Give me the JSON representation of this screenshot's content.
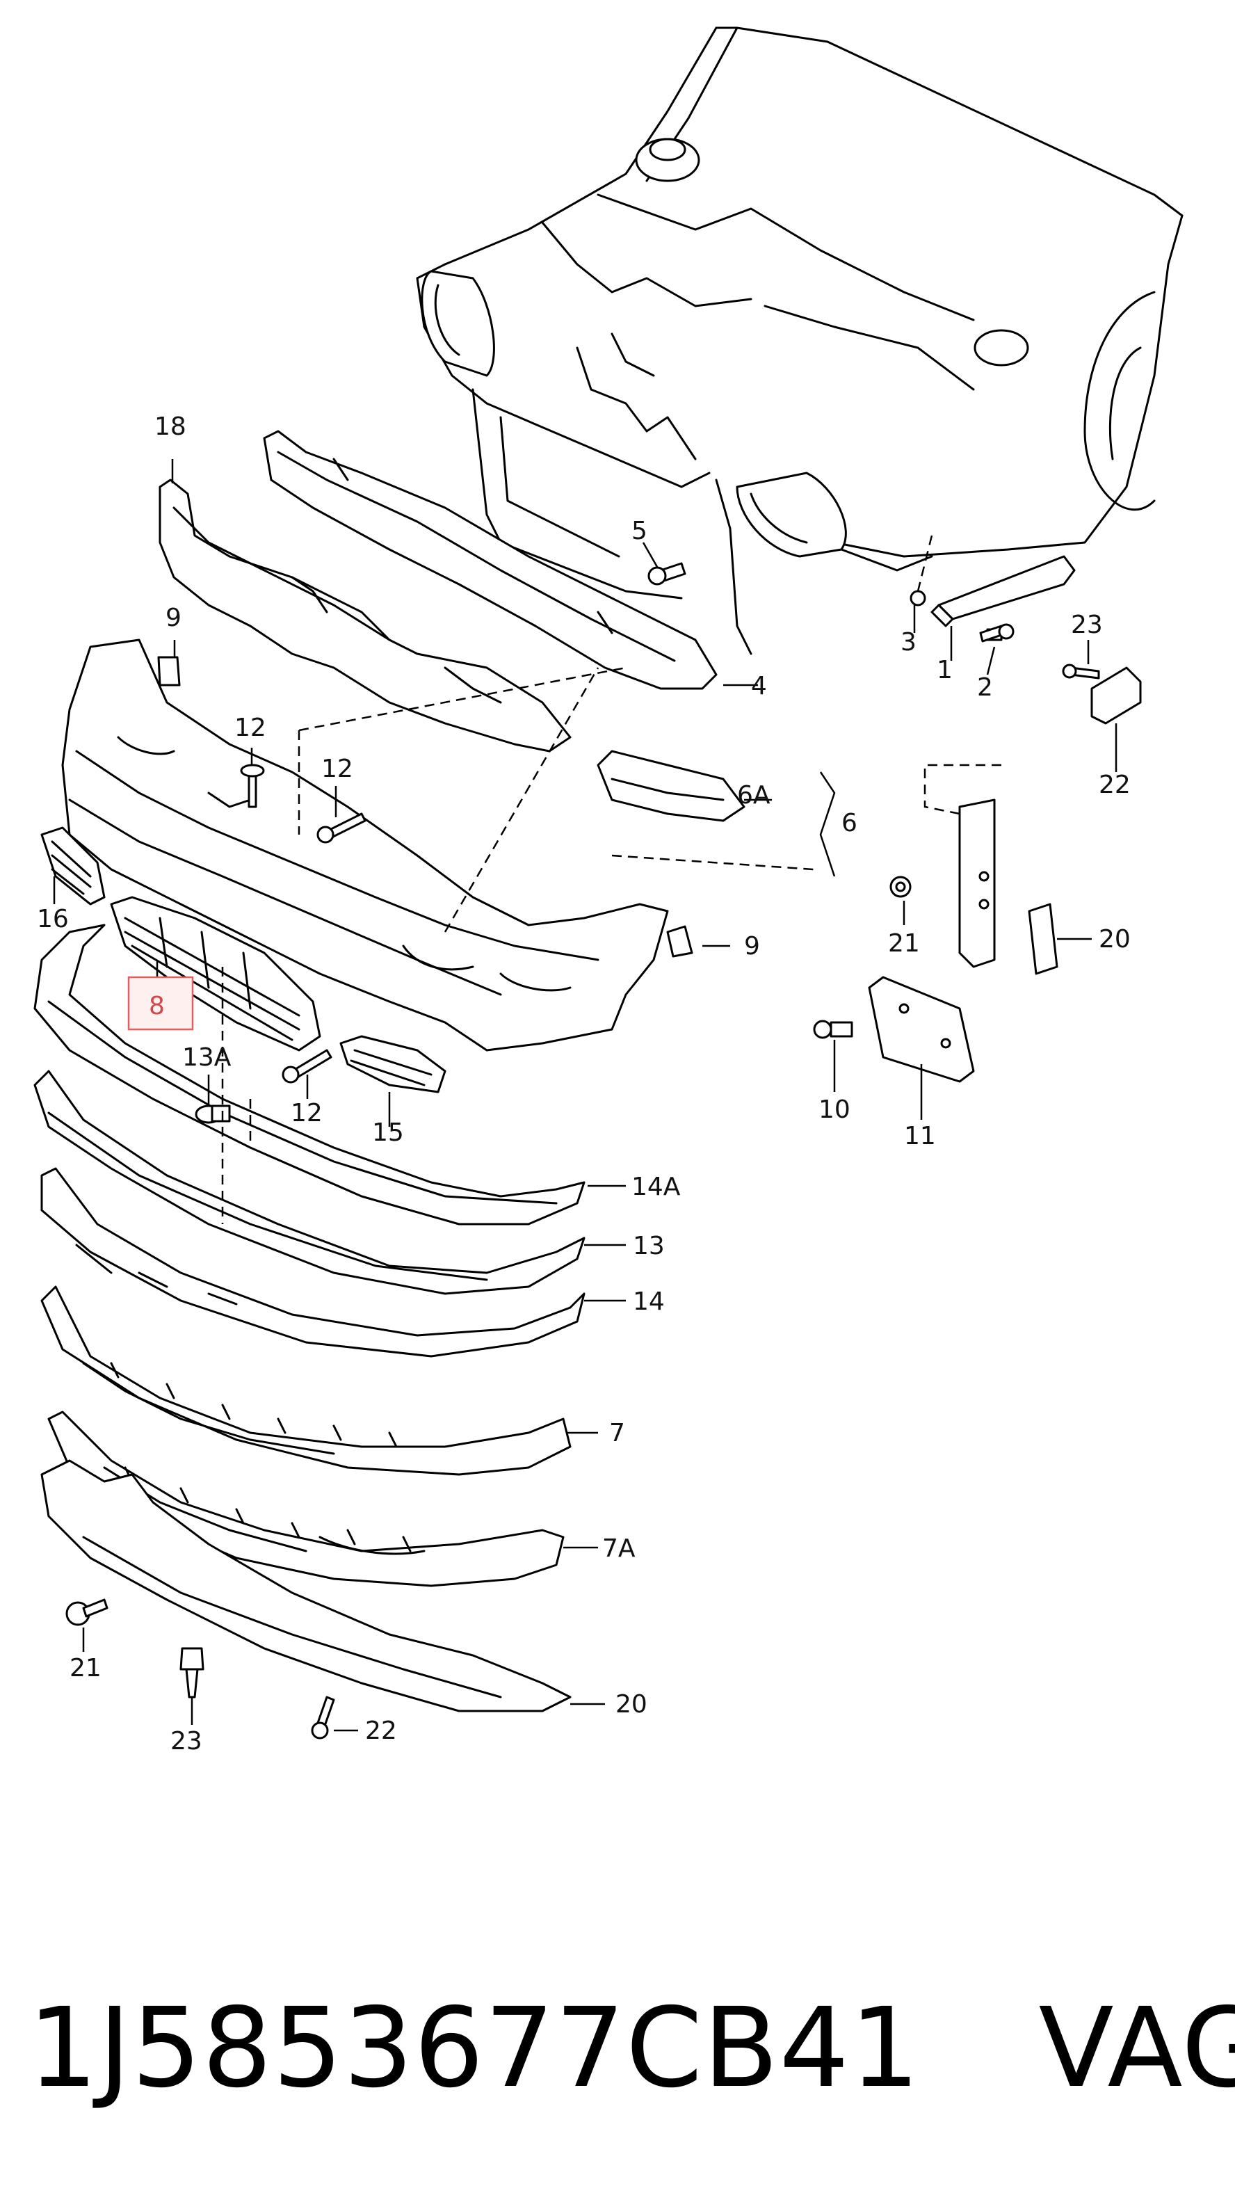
{
  "diagram": {
    "callouts": [
      {
        "id": "c18",
        "text": "18"
      },
      {
        "id": "c9a",
        "text": "9"
      },
      {
        "id": "c12a",
        "text": "12"
      },
      {
        "id": "c12b",
        "text": "12"
      },
      {
        "id": "c16",
        "text": "16"
      },
      {
        "id": "c8",
        "text": "8",
        "highlighted": true
      },
      {
        "id": "c13A",
        "text": "13A"
      },
      {
        "id": "c12c",
        "text": "12"
      },
      {
        "id": "c15",
        "text": "15"
      },
      {
        "id": "c5",
        "text": "5"
      },
      {
        "id": "c4",
        "text": "4"
      },
      {
        "id": "c6A",
        "text": "6A"
      },
      {
        "id": "c6",
        "text": "6"
      },
      {
        "id": "c9b",
        "text": "9"
      },
      {
        "id": "c3",
        "text": "3"
      },
      {
        "id": "c1",
        "text": "1"
      },
      {
        "id": "c2",
        "text": "2"
      },
      {
        "id": "c23a",
        "text": "23"
      },
      {
        "id": "c22a",
        "text": "22"
      },
      {
        "id": "c21a",
        "text": "21"
      },
      {
        "id": "c20a",
        "text": "20"
      },
      {
        "id": "c10",
        "text": "10"
      },
      {
        "id": "c11",
        "text": "11"
      },
      {
        "id": "c14A",
        "text": "14A"
      },
      {
        "id": "c13",
        "text": "13"
      },
      {
        "id": "c14",
        "text": "14"
      },
      {
        "id": "c7",
        "text": "7"
      },
      {
        "id": "c7A",
        "text": "7A"
      },
      {
        "id": "c21b",
        "text": "21"
      },
      {
        "id": "c23b",
        "text": "23"
      },
      {
        "id": "c22b",
        "text": "22"
      },
      {
        "id": "c20b",
        "text": "20"
      }
    ],
    "highlight_color": "#e06060"
  },
  "footer": {
    "part_number": "1J5853677CB41",
    "brand": "VAG"
  }
}
